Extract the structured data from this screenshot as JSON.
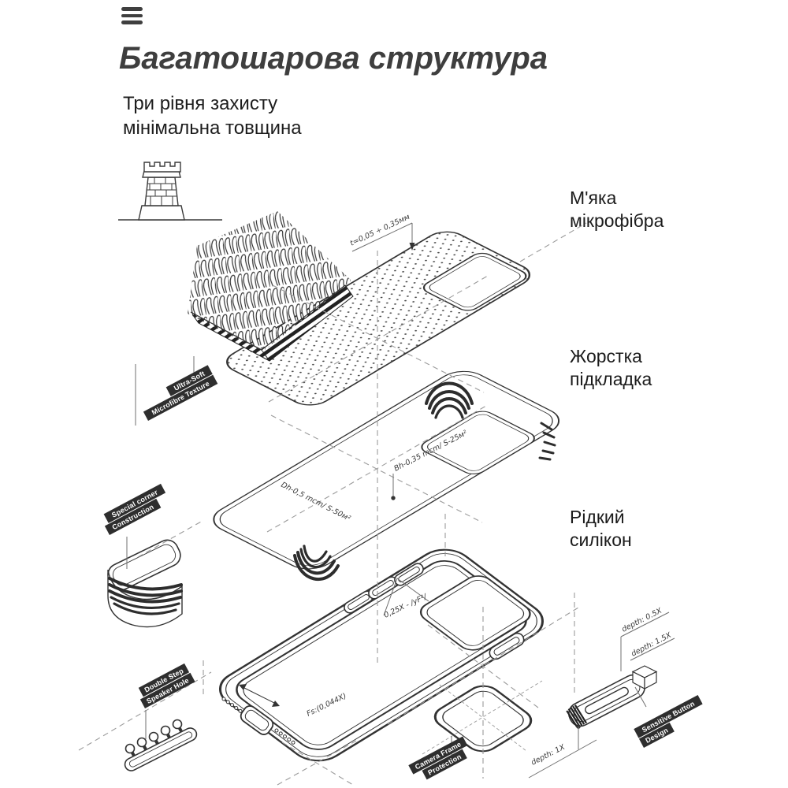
{
  "header": {
    "title": "Багатошарова структура",
    "subtitle": [
      "Три рівня захисту",
      "мінімальна товщина"
    ]
  },
  "layers": [
    {
      "line1": "М'яка",
      "line2": "мікрофібра"
    },
    {
      "line1": "Жорстка",
      "line2": "підкладка"
    },
    {
      "line1": "Рідкий",
      "line2": "силікон"
    }
  ],
  "diagram": {
    "icon": "castle-tower",
    "ribbons": {
      "microfiber": [
        "Ultra-Soft",
        "Microfibre Texture"
      ],
      "corner": [
        "Special corner",
        "Construction"
      ],
      "speaker": [
        "Double Step",
        "Speaker Hole"
      ],
      "camera": [
        "Camera Frame",
        "Protection"
      ],
      "button": [
        "Sensitive Button",
        "Design"
      ]
    },
    "annotations": {
      "thickness": "t=0,05 ÷ 0,35мм",
      "bh": "Bh-0,35 mcm/ S-25м²",
      "dh": "Dh-0,5 mcm/ S-50м²",
      "pitch": "0,25X - /уF²/",
      "fs": "Fs:(0,044X)",
      "depth_05": "depth: 0.5X",
      "depth_15": "depth: 1.5X",
      "depth_1": "depth: 1X"
    },
    "colors": {
      "line": "#333333",
      "dashed": "#9b9b9b",
      "ribbon_bg": "#2e2e2e",
      "ribbon_text": "#ffffff",
      "title": "#3e3e3e"
    }
  }
}
